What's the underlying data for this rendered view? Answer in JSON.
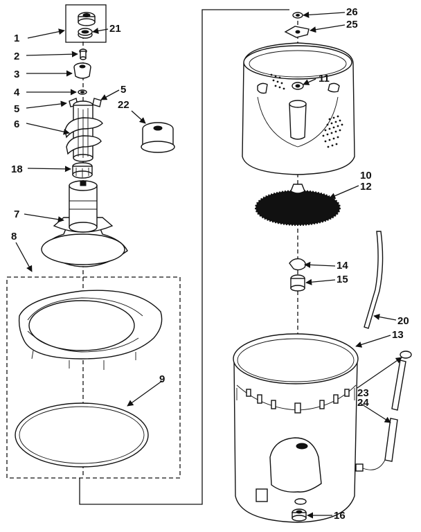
{
  "callouts": {
    "c1": "1",
    "c21": "21",
    "c2": "2",
    "c3": "3",
    "c4": "4",
    "c5a": "5",
    "c5b": "5",
    "c22": "22",
    "c6": "6",
    "c18": "18",
    "c7": "7",
    "c8": "8",
    "c9": "9",
    "c26": "26",
    "c25": "25",
    "c11": "11",
    "c10": "10",
    "c12": "12",
    "c14": "14",
    "c15": "15",
    "c20": "20",
    "c13": "13",
    "c23": "23",
    "c24": "24",
    "c16": "16"
  }
}
